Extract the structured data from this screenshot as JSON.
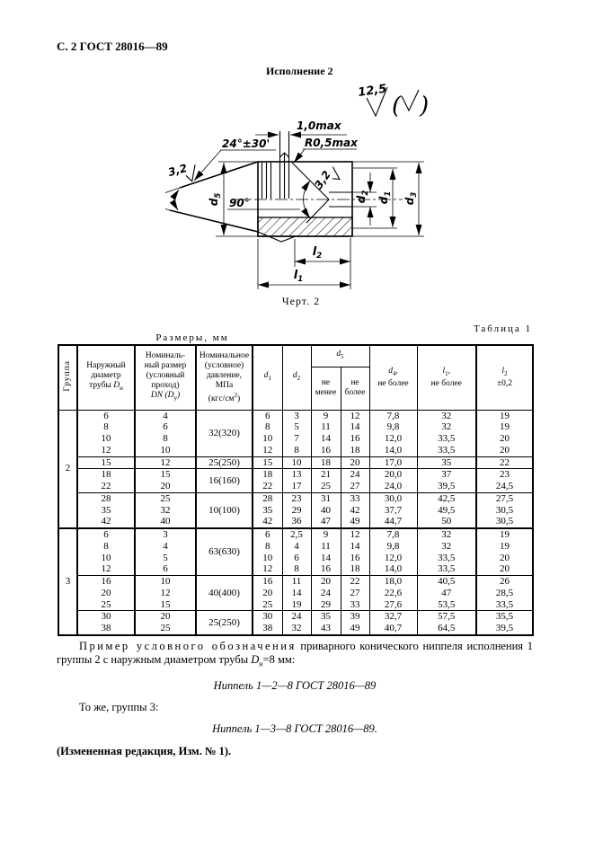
{
  "page_header": "С. 2 ГОСТ 28016—89",
  "drawing": {
    "title": "Исполнение 2",
    "caption": "Черт. 2",
    "roughness_general": "12,5",
    "paren_open": "(",
    "paren_close": ")",
    "flat": "1,0max",
    "radius": "R0,5max",
    "cone_angle": "24°±30'",
    "roughness_cone": "3,2",
    "roughness_seat": "3,2",
    "seat_angle": "90°",
    "d5": {
      "base": "d",
      "sub": "5"
    },
    "d2": {
      "base": "d",
      "sub": "2"
    },
    "d1": {
      "base": "d",
      "sub": "1"
    },
    "d3": {
      "base": "d",
      "sub": "3"
    },
    "l2": {
      "base": "l",
      "sub": "2"
    },
    "l1": {
      "base": "l",
      "sub": "1"
    }
  },
  "table": {
    "title": "Таблица 1",
    "units": "Размеры, мм",
    "header": {
      "group": "Группа",
      "outer_lines": [
        "Наружный",
        "диаметр"
      ],
      "outer_sym_prefix": "трубы ",
      "outer_sym": "D",
      "outer_sub": "н",
      "nominal_lines": [
        "Номиналь-",
        "ный размер",
        "(условный",
        "проход)"
      ],
      "nominal_sym": "DN (D",
      "nominal_sub": "у",
      "nominal_close": ")",
      "pressure_lines": [
        "Номинальное",
        "(условное)",
        "давление,",
        "МПа"
      ],
      "pressure_unit_open": "(кгс/см",
      "pressure_sup": "2",
      "pressure_close": ")",
      "d1": {
        "base": "d",
        "sub": "1"
      },
      "d2": {
        "base": "d",
        "sub": "2"
      },
      "d5": {
        "base": "d",
        "sub": "5"
      },
      "not_less_lines": [
        "не",
        "менее"
      ],
      "not_more_lines": [
        "не",
        "более"
      ],
      "d4": {
        "base": "d",
        "sub": "4",
        "suffix": ","
      },
      "d4_note": "не более",
      "l1h": {
        "base": "l",
        "sub": "1",
        "suffix": ","
      },
      "l1_note": "не более",
      "l2h": {
        "base": "l",
        "sub": "2"
      },
      "l2_note": "±0,2"
    },
    "groups": [
      {
        "label": "2",
        "blocks": [
          {
            "pressure": "32(320)",
            "rows": [
              [
                "6",
                "4",
                "6",
                "3",
                "9",
                "12",
                "7,8",
                "32",
                "19"
              ],
              [
                "8",
                "6",
                "8",
                "5",
                "11",
                "14",
                "9,8",
                "32",
                "19"
              ],
              [
                "10",
                "8",
                "10",
                "7",
                "14",
                "16",
                "12,0",
                "33,5",
                "20"
              ],
              [
                "12",
                "10",
                "12",
                "8",
                "16",
                "18",
                "14,0",
                "33,5",
                "20"
              ]
            ]
          },
          {
            "pressure": "25(250)",
            "rows": [
              [
                "15",
                "12",
                "15",
                "10",
                "18",
                "20",
                "17,0",
                "35",
                "22"
              ]
            ]
          },
          {
            "pressure": "16(160)",
            "rows": [
              [
                "18",
                "15",
                "18",
                "13",
                "21",
                "24",
                "20,0",
                "37",
                "23"
              ],
              [
                "22",
                "20",
                "22",
                "17",
                "25",
                "27",
                "24,0",
                "39,5",
                "24,5"
              ]
            ]
          },
          {
            "pressure": "10(100)",
            "rows": [
              [
                "28",
                "25",
                "28",
                "23",
                "31",
                "33",
                "30,0",
                "42,5",
                "27,5"
              ],
              [
                "35",
                "32",
                "35",
                "29",
                "40",
                "42",
                "37,7",
                "49,5",
                "30,5"
              ],
              [
                "42",
                "40",
                "42",
                "36",
                "47",
                "49",
                "44,7",
                "50",
                "30,5"
              ]
            ]
          }
        ]
      },
      {
        "label": "3",
        "blocks": [
          {
            "pressure": "63(630)",
            "rows": [
              [
                "6",
                "3",
                "6",
                "2,5",
                "9",
                "12",
                "7,8",
                "32",
                "19"
              ],
              [
                "8",
                "4",
                "8",
                "4",
                "11",
                "14",
                "9,8",
                "32",
                "19"
              ],
              [
                "10",
                "5",
                "10",
                "6",
                "14",
                "16",
                "12,0",
                "33,5",
                "20"
              ],
              [
                "12",
                "6",
                "12",
                "8",
                "16",
                "18",
                "14,0",
                "33,5",
                "20"
              ]
            ]
          },
          {
            "pressure": "40(400)",
            "rows": [
              [
                "16",
                "10",
                "16",
                "11",
                "20",
                "22",
                "18,0",
                "40,5",
                "26"
              ],
              [
                "20",
                "12",
                "20",
                "14",
                "24",
                "27",
                "22,6",
                "47",
                "28,5"
              ],
              [
                "25",
                "15",
                "25",
                "19",
                "29",
                "33",
                "27,6",
                "53,5",
                "33,5"
              ]
            ]
          },
          {
            "pressure": "25(250)",
            "rows": [
              [
                "30",
                "20",
                "30",
                "24",
                "35",
                "39",
                "32,7",
                "57,5",
                "35,5"
              ],
              [
                "38",
                "25",
                "38",
                "32",
                "43",
                "49",
                "40,7",
                "64,5",
                "39,5"
              ]
            ]
          }
        ]
      }
    ]
  },
  "notes": {
    "example_spaced": "Пример условного обозначения",
    "example_rest": " приварного конического ниппеля исполнения 1 группы 2 с наружным диаметром трубы ",
    "example_sym": "D",
    "example_sub": "н",
    "example_tail": "=8 мм:",
    "designation1": "Ниппель 1—2—8 ГОСТ 28016—89",
    "same_as": "То же, группы 3:",
    "designation2": "Ниппель 1—3—8 ГОСТ 28016—89.",
    "amendment": "(Измененная редакция, Изм. № 1)."
  }
}
